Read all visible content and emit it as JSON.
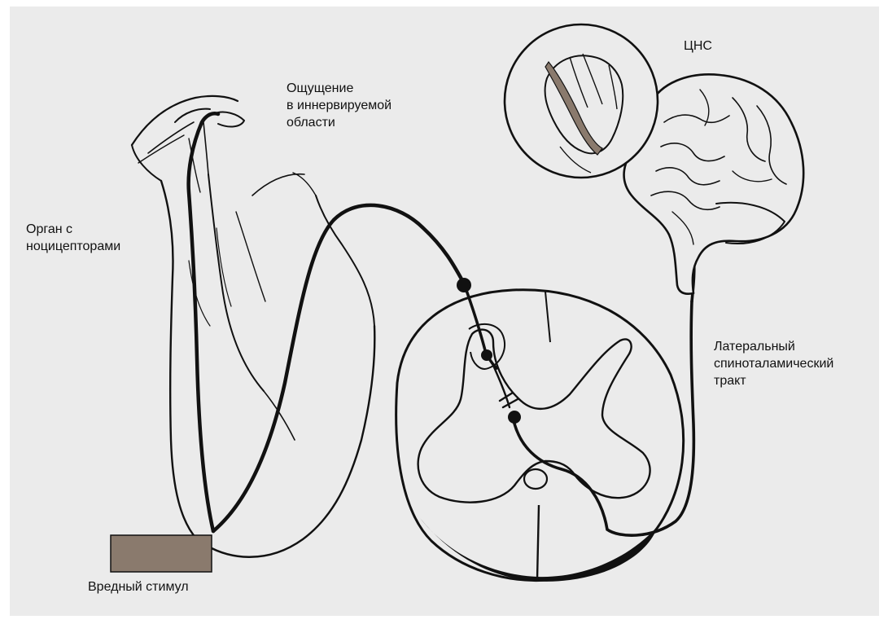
{
  "labels": {
    "sensation": "Ощущение\nв иннервируемой\nобласти",
    "organ": "Орган с\nноцицепторами",
    "stimulus": "Вредный стимул",
    "cns": "ЦНС",
    "tract": "Латеральный\nспиноталамический\nтракт"
  },
  "colors": {
    "background": "#ebebeb",
    "ink": "#111111",
    "stimulus_fill": "#8a7a6d",
    "projection_fill": "#8a7a6d"
  }
}
